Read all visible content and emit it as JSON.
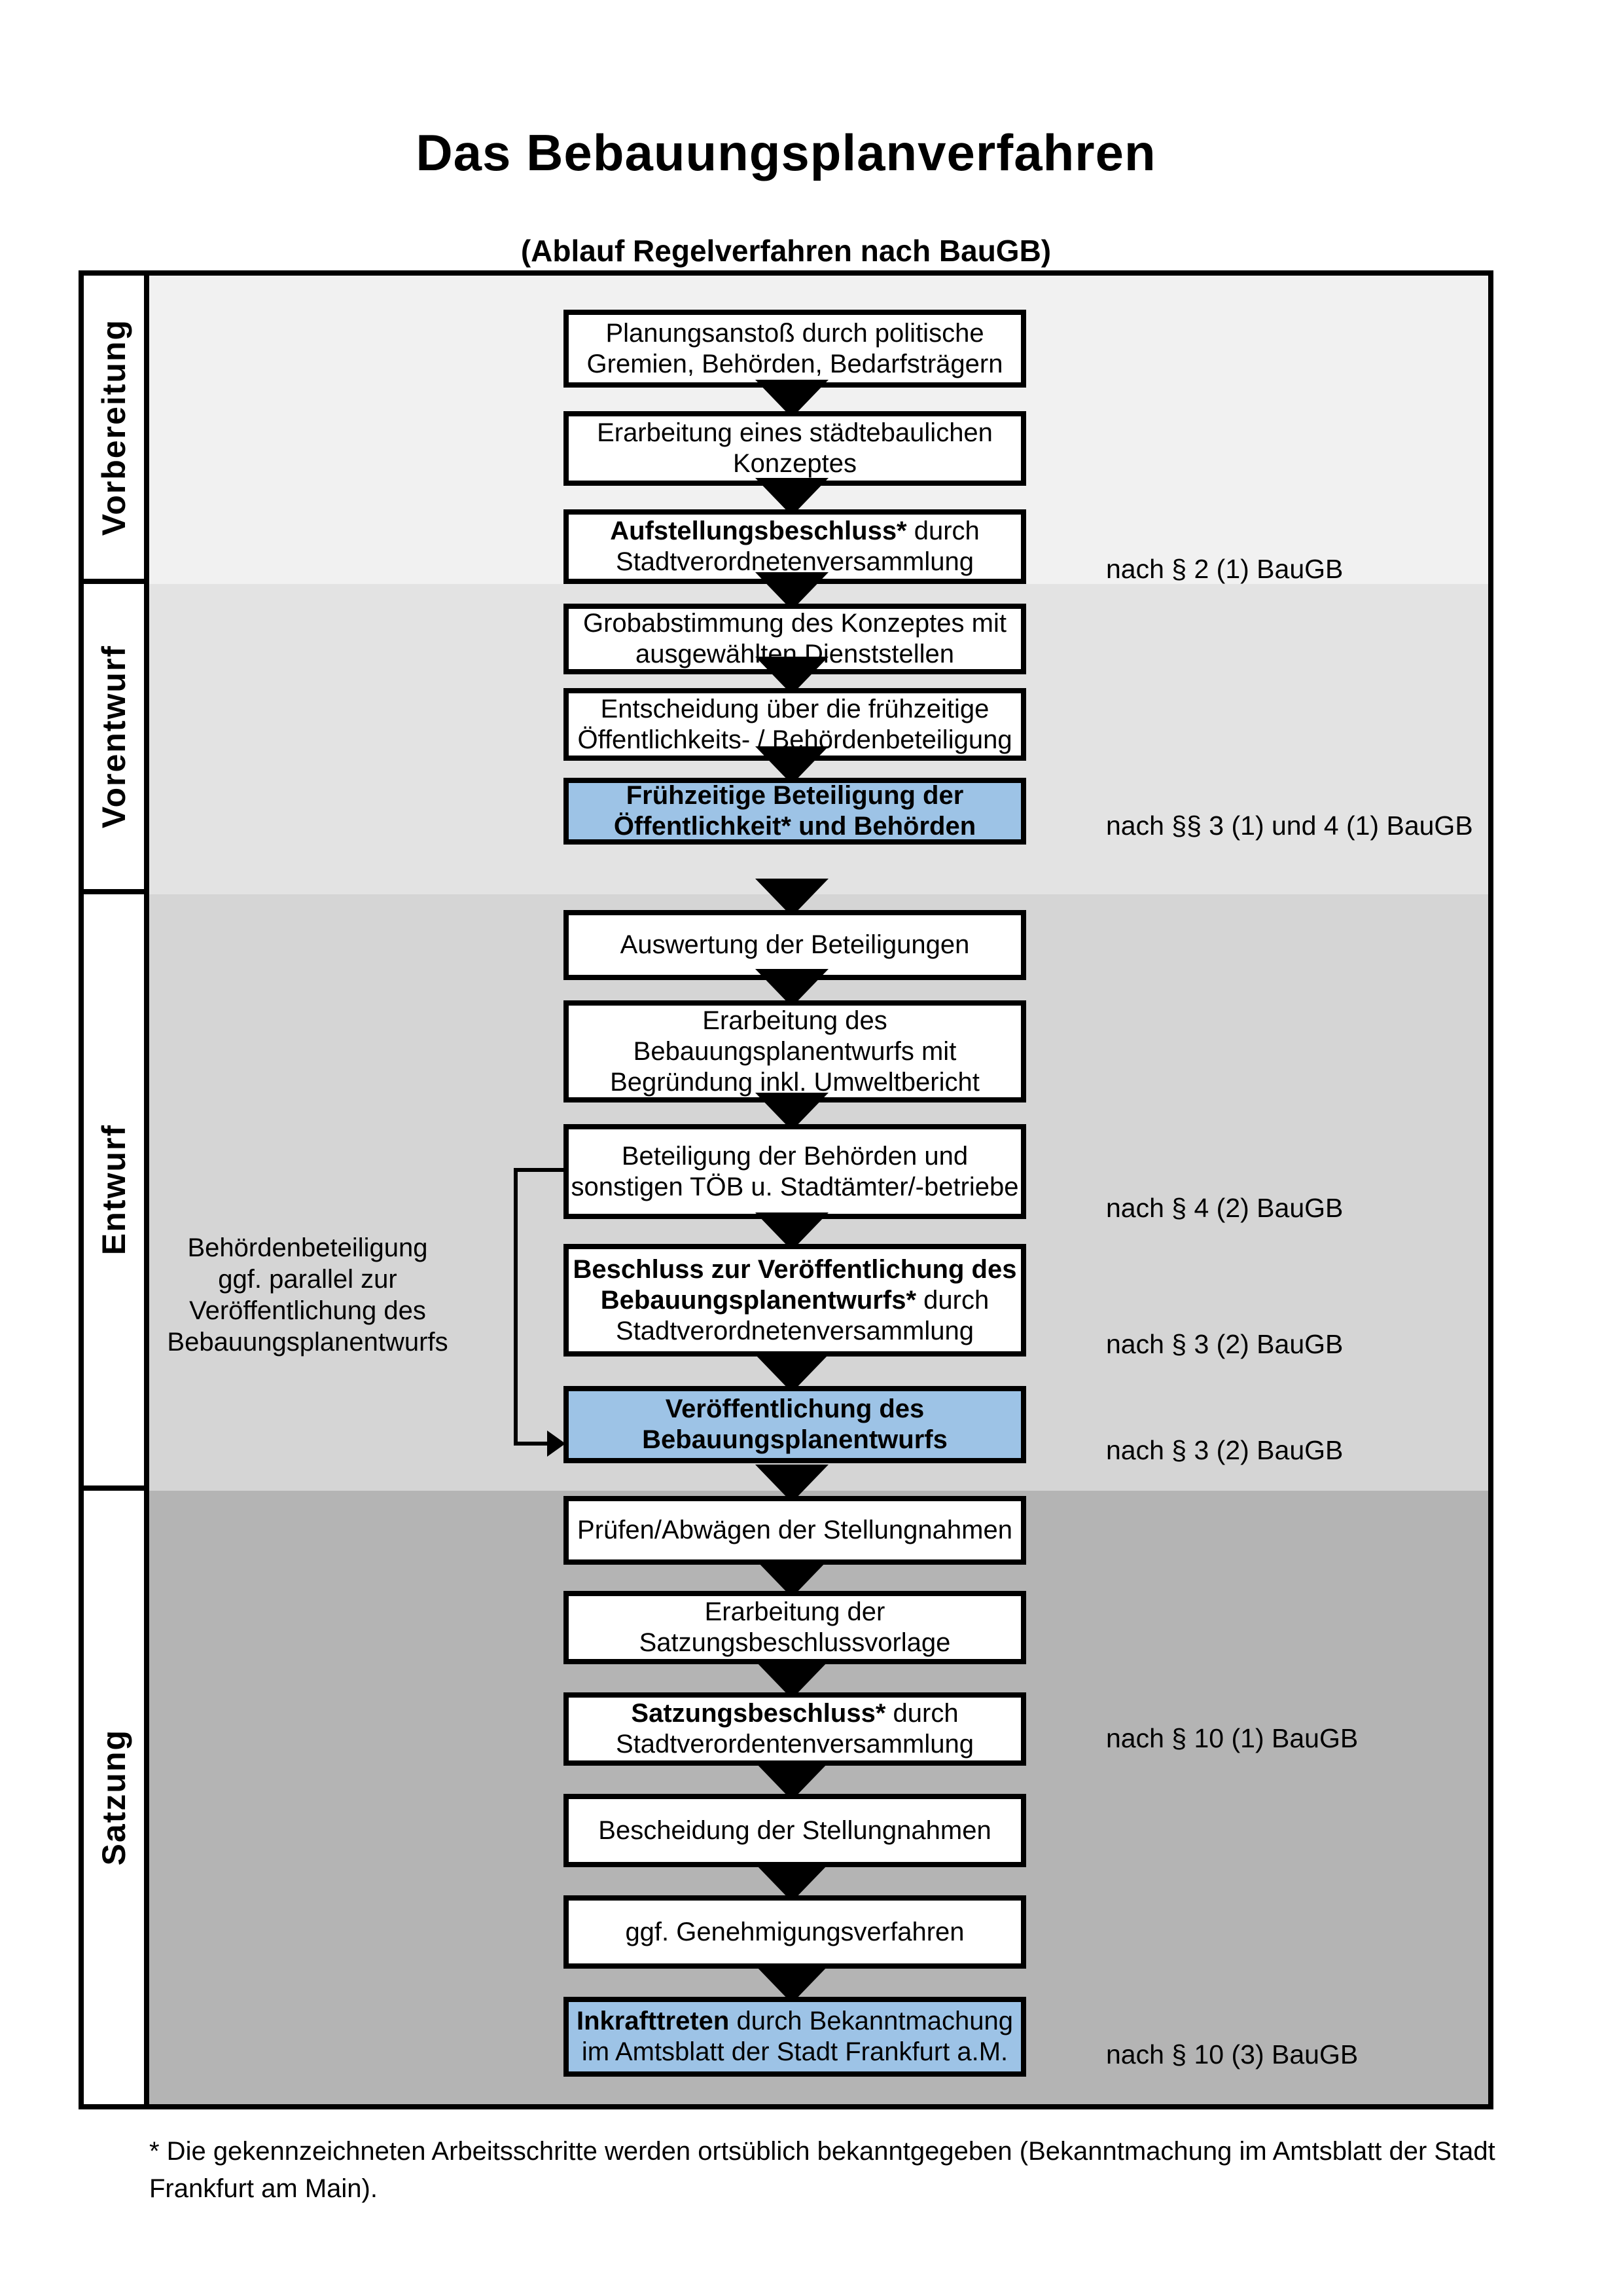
{
  "title": "Das Bebauungsplanverfahren",
  "subtitle": "(Ablauf Regelverfahren nach BauGB)",
  "phases": [
    {
      "label": "Vorbereitung"
    },
    {
      "label": "Vorentwurf"
    },
    {
      "label": "Entwurf"
    },
    {
      "label": "Satzung"
    }
  ],
  "flow": {
    "boxes": [
      {
        "lines": [
          {
            "b": "",
            "t": "Planungsanstoß durch politische"
          },
          {
            "b": "",
            "t": "Gremien, Behörden, Bedarfsträgern"
          }
        ]
      },
      {
        "lines": [
          {
            "b": "",
            "t": "Erarbeitung eines städtebaulichen"
          },
          {
            "b": "",
            "t": "Konzeptes"
          }
        ]
      },
      {
        "lines": [
          {
            "b": "Aufstellungsbeschluss*",
            "t": " durch"
          },
          {
            "b": "",
            "t": "Stadtverordnetenversammlung"
          }
        ]
      },
      {
        "lines": [
          {
            "b": "",
            "t": "Grobabstimmung des Konzeptes mit"
          },
          {
            "b": "",
            "t": "ausgewählten Dienststellen"
          }
        ]
      },
      {
        "lines": [
          {
            "b": "",
            "t": "Entscheidung über die frühzeitige"
          },
          {
            "b": "",
            "t": "Öffentlichkeits- / Behördenbeteiligung"
          }
        ]
      },
      {
        "lines": [
          {
            "b": "Frühzeitige Beteiligung der",
            "t": ""
          },
          {
            "b": "Öffentlichkeit* und Behörden",
            "t": ""
          }
        ],
        "highlight": true
      },
      {
        "lines": [
          {
            "b": "",
            "t": "Auswertung der Beteiligungen"
          }
        ]
      },
      {
        "lines": [
          {
            "b": "",
            "t": "Erarbeitung des"
          },
          {
            "b": "",
            "t": "Bebauungsplanentwurfs mit"
          },
          {
            "b": "",
            "t": "Begründung inkl. Umweltbericht"
          }
        ]
      },
      {
        "lines": [
          {
            "b": "",
            "t": "Beteiligung der Behörden und"
          },
          {
            "b": "",
            "t": "sonstigen TÖB u. Stadtämter/-betriebe"
          }
        ]
      },
      {
        "lines": [
          {
            "b": "Beschluss zur Veröffentlichung des",
            "t": ""
          },
          {
            "b": "Bebauungsplanentwurfs*",
            "t": " durch"
          },
          {
            "b": "",
            "t": "Stadtverordnetenversammlung"
          }
        ]
      },
      {
        "lines": [
          {
            "b": "Veröffentlichung des",
            "t": ""
          },
          {
            "b": "Bebauungsplanentwurfs",
            "t": ""
          }
        ],
        "highlight": true
      },
      {
        "lines": [
          {
            "b": "",
            "t": "Prüfen/Abwägen der Stellungnahmen"
          }
        ]
      },
      {
        "lines": [
          {
            "b": "",
            "t": "Erarbeitung der"
          },
          {
            "b": "",
            "t": "Satzungsbeschlussvorlage"
          }
        ]
      },
      {
        "lines": [
          {
            "b": "Satzungsbeschluss*",
            "t": " durch"
          },
          {
            "b": "",
            "t": "Stadtverordentenversammlung"
          }
        ]
      },
      {
        "lines": [
          {
            "b": "",
            "t": "Bescheidung der Stellungnahmen"
          }
        ]
      },
      {
        "lines": [
          {
            "b": "",
            "t": "ggf. Genehmigungsverfahren"
          }
        ]
      },
      {
        "lines": [
          {
            "b": "Inkrafttreten",
            "t": " durch Bekanntmachung"
          },
          {
            "b": "",
            "t": "im Amtsblatt der Stadt Frankfurt a.M."
          }
        ],
        "highlight": true
      }
    ]
  },
  "annotations": [
    {
      "text": "nach § 2 (1) BauGB"
    },
    {
      "text": "nach §§ 3 (1) und 4 (1) BauGB"
    },
    {
      "text": "nach § 4 (2) BauGB"
    },
    {
      "text": "nach § 3 (2) BauGB"
    },
    {
      "text": "nach § 3 (2) BauGB"
    },
    {
      "text": "nach § 10 (1) BauGB"
    },
    {
      "text": "nach § 10 (3) BauGB"
    }
  ],
  "side_note": {
    "lines": [
      "Behördenbeteiligung",
      "ggf. parallel zur",
      "Veröffentlichung des",
      "Bebauungsplanentwurfs"
    ]
  },
  "footnote": "* Die gekennzeichneten Arbeitsschritte werden ortsüblich bekanntgegeben (Bekanntmachung im Amtsblatt der Stadt Frankfurt am Main).",
  "colors": {
    "highlight_blue": "#9dc3e6",
    "section_vorbereitung": "#f1f1f1",
    "section_vorentwurf": "#e3e3e3",
    "section_entwurf": "#d5d5d5",
    "section_satzung": "#b4b4b4"
  }
}
